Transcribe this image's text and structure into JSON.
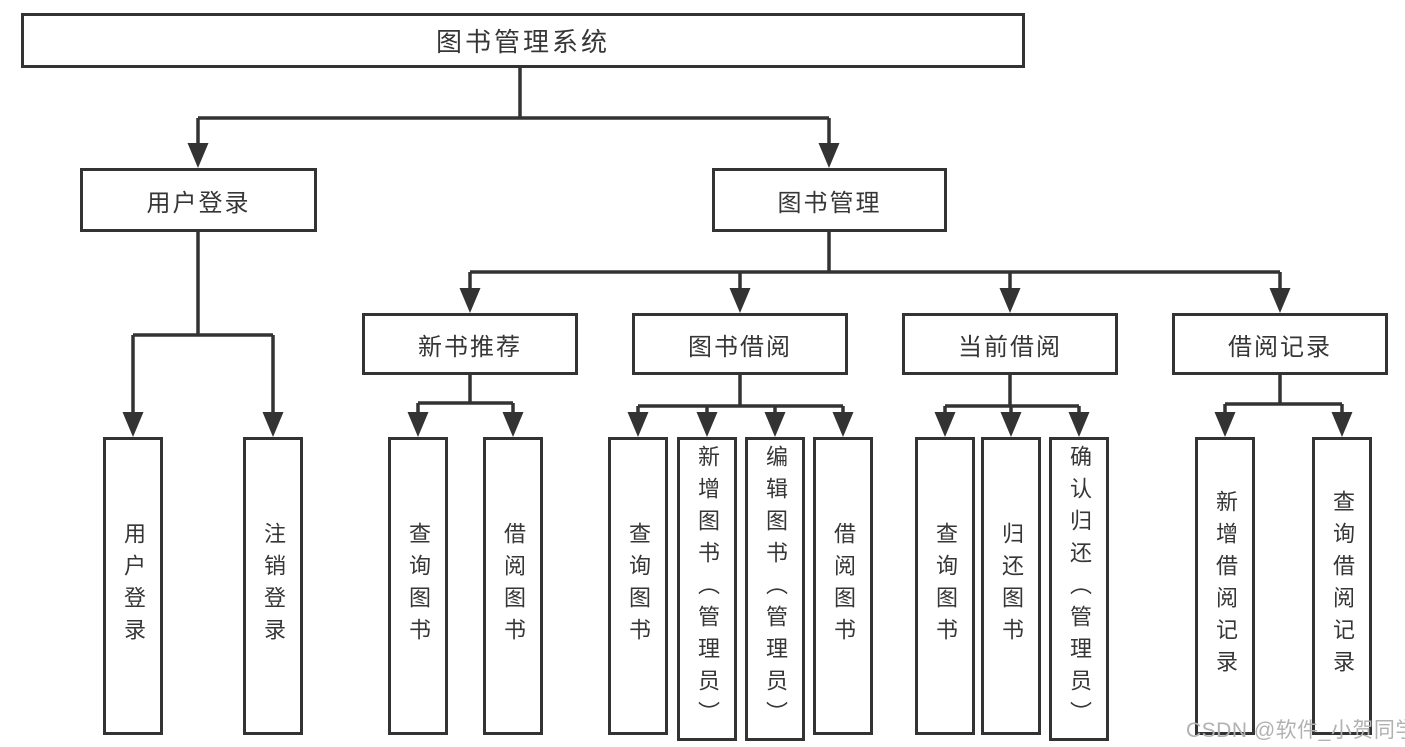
{
  "diagram": {
    "title": "图书管理系统",
    "branches": {
      "user_login": {
        "label": "用户登录",
        "children": [
          "用户登录",
          "注销登录"
        ]
      },
      "book_mgmt": {
        "label": "图书管理",
        "sections": [
          {
            "label": "新书推荐",
            "children": [
              "查询图书",
              "借阅图书"
            ]
          },
          {
            "label": "图书借阅",
            "children": [
              "查询图书",
              "新增图书（管理员）",
              "编辑图书（管理员）",
              "借阅图书"
            ]
          },
          {
            "label": "当前借阅",
            "children": [
              "查询图书",
              "归还图书",
              "确认归还（管理员）"
            ]
          },
          {
            "label": "借阅记录",
            "children": [
              "新增借阅记录",
              "查询借阅记录"
            ]
          }
        ]
      }
    }
  },
  "watermark": "CSDN @软件_小贺同学",
  "colors": {
    "line": "#333333",
    "text": "#363636",
    "wm": "#b2b2b2",
    "background": "#ffffff"
  }
}
